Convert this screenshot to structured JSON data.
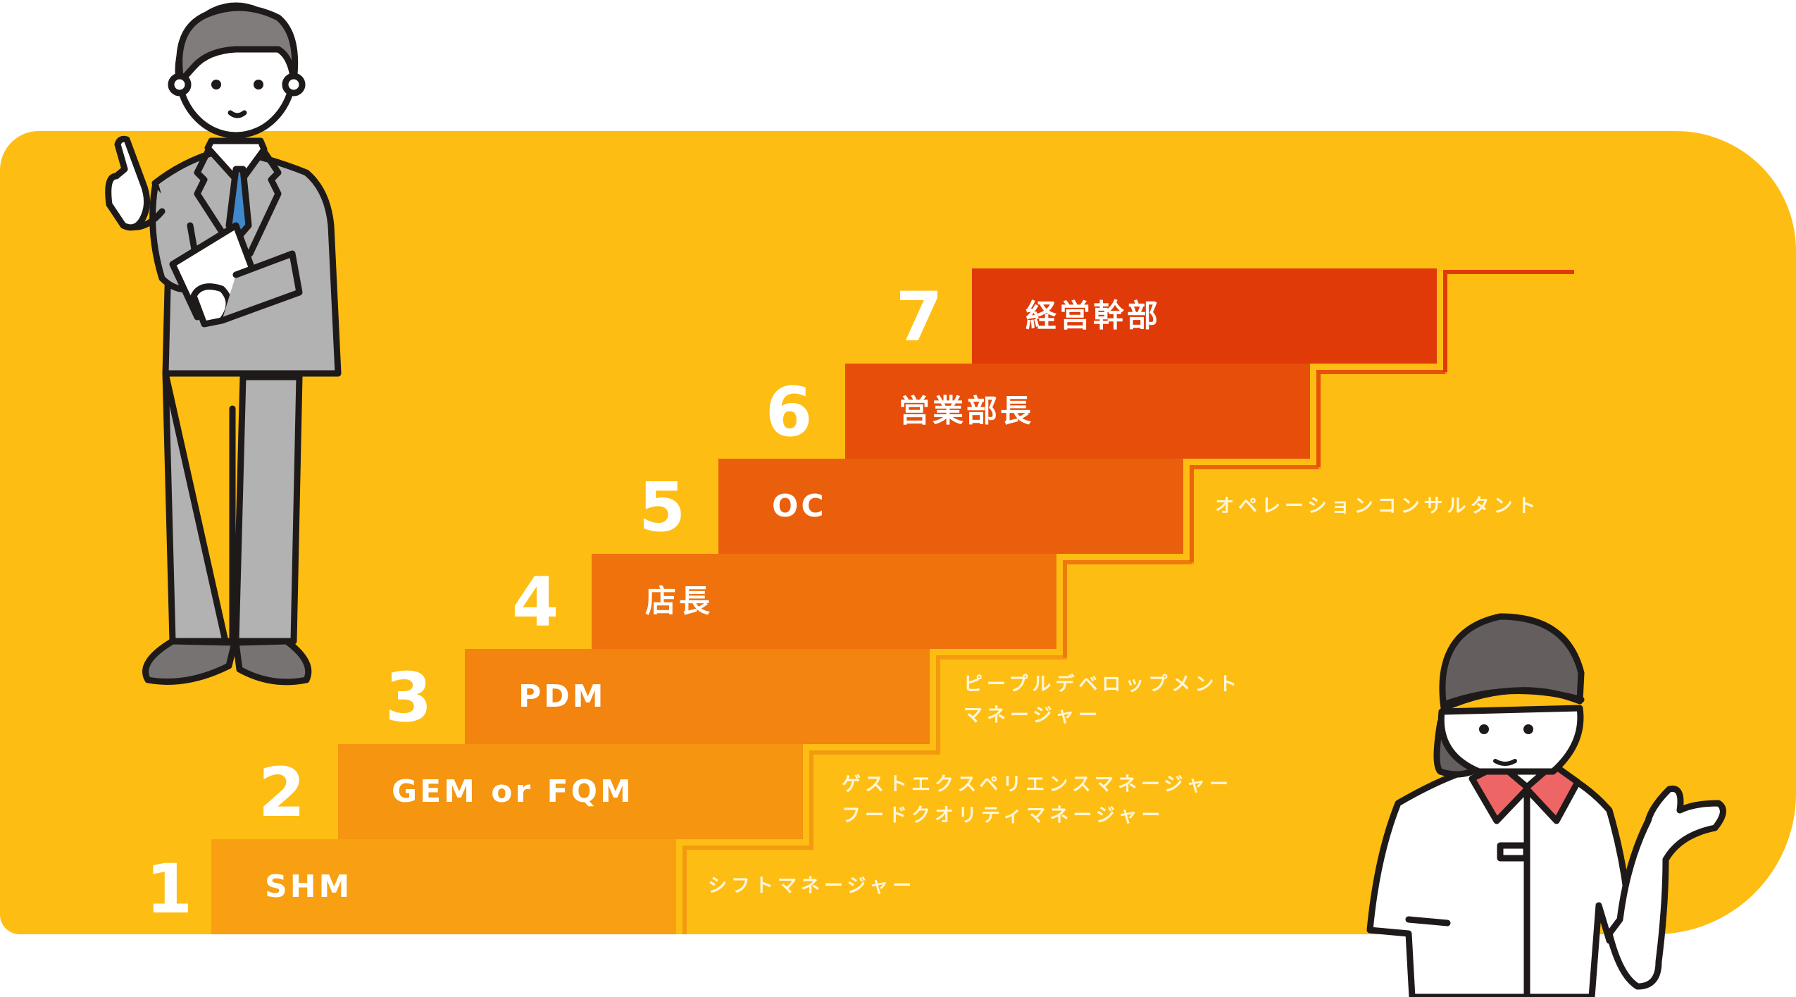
{
  "diagram": {
    "type": "career-staircase",
    "background_color": "#FEBD12",
    "steps": [
      {
        "number": "1",
        "label": "SHM",
        "description_lines": [
          "シフトマネージャー"
        ],
        "color": "#F8A012"
      },
      {
        "number": "2",
        "label": "GEM or FQM",
        "description_lines": [
          "ゲストエクスペリエンスマネージャー",
          "フードクオリティマネージャー"
        ],
        "color": "#F59510"
      },
      {
        "number": "3",
        "label": "PDM",
        "description_lines": [
          "ピープルデベロップメント",
          "マネージャー"
        ],
        "color": "#F2840F"
      },
      {
        "number": "4",
        "label": "店長",
        "description_lines": [],
        "color": "#EF720D"
      },
      {
        "number": "5",
        "label": "OC",
        "description_lines": [
          "オペレーションコンサルタント"
        ],
        "color": "#EA5F0C"
      },
      {
        "number": "6",
        "label": "営業部長",
        "description_lines": [],
        "color": "#E64E0A"
      },
      {
        "number": "7",
        "label": "経営幹部",
        "description_lines": [],
        "color": "#E03A08"
      }
    ],
    "illustrations": [
      {
        "name": "businessman",
        "description": "man in grey suit with blue tie holding a tablet, pointing up"
      },
      {
        "name": "crew-member",
        "description": "woman in cap and white uniform with red collar, gesturing with open hand"
      }
    ]
  }
}
